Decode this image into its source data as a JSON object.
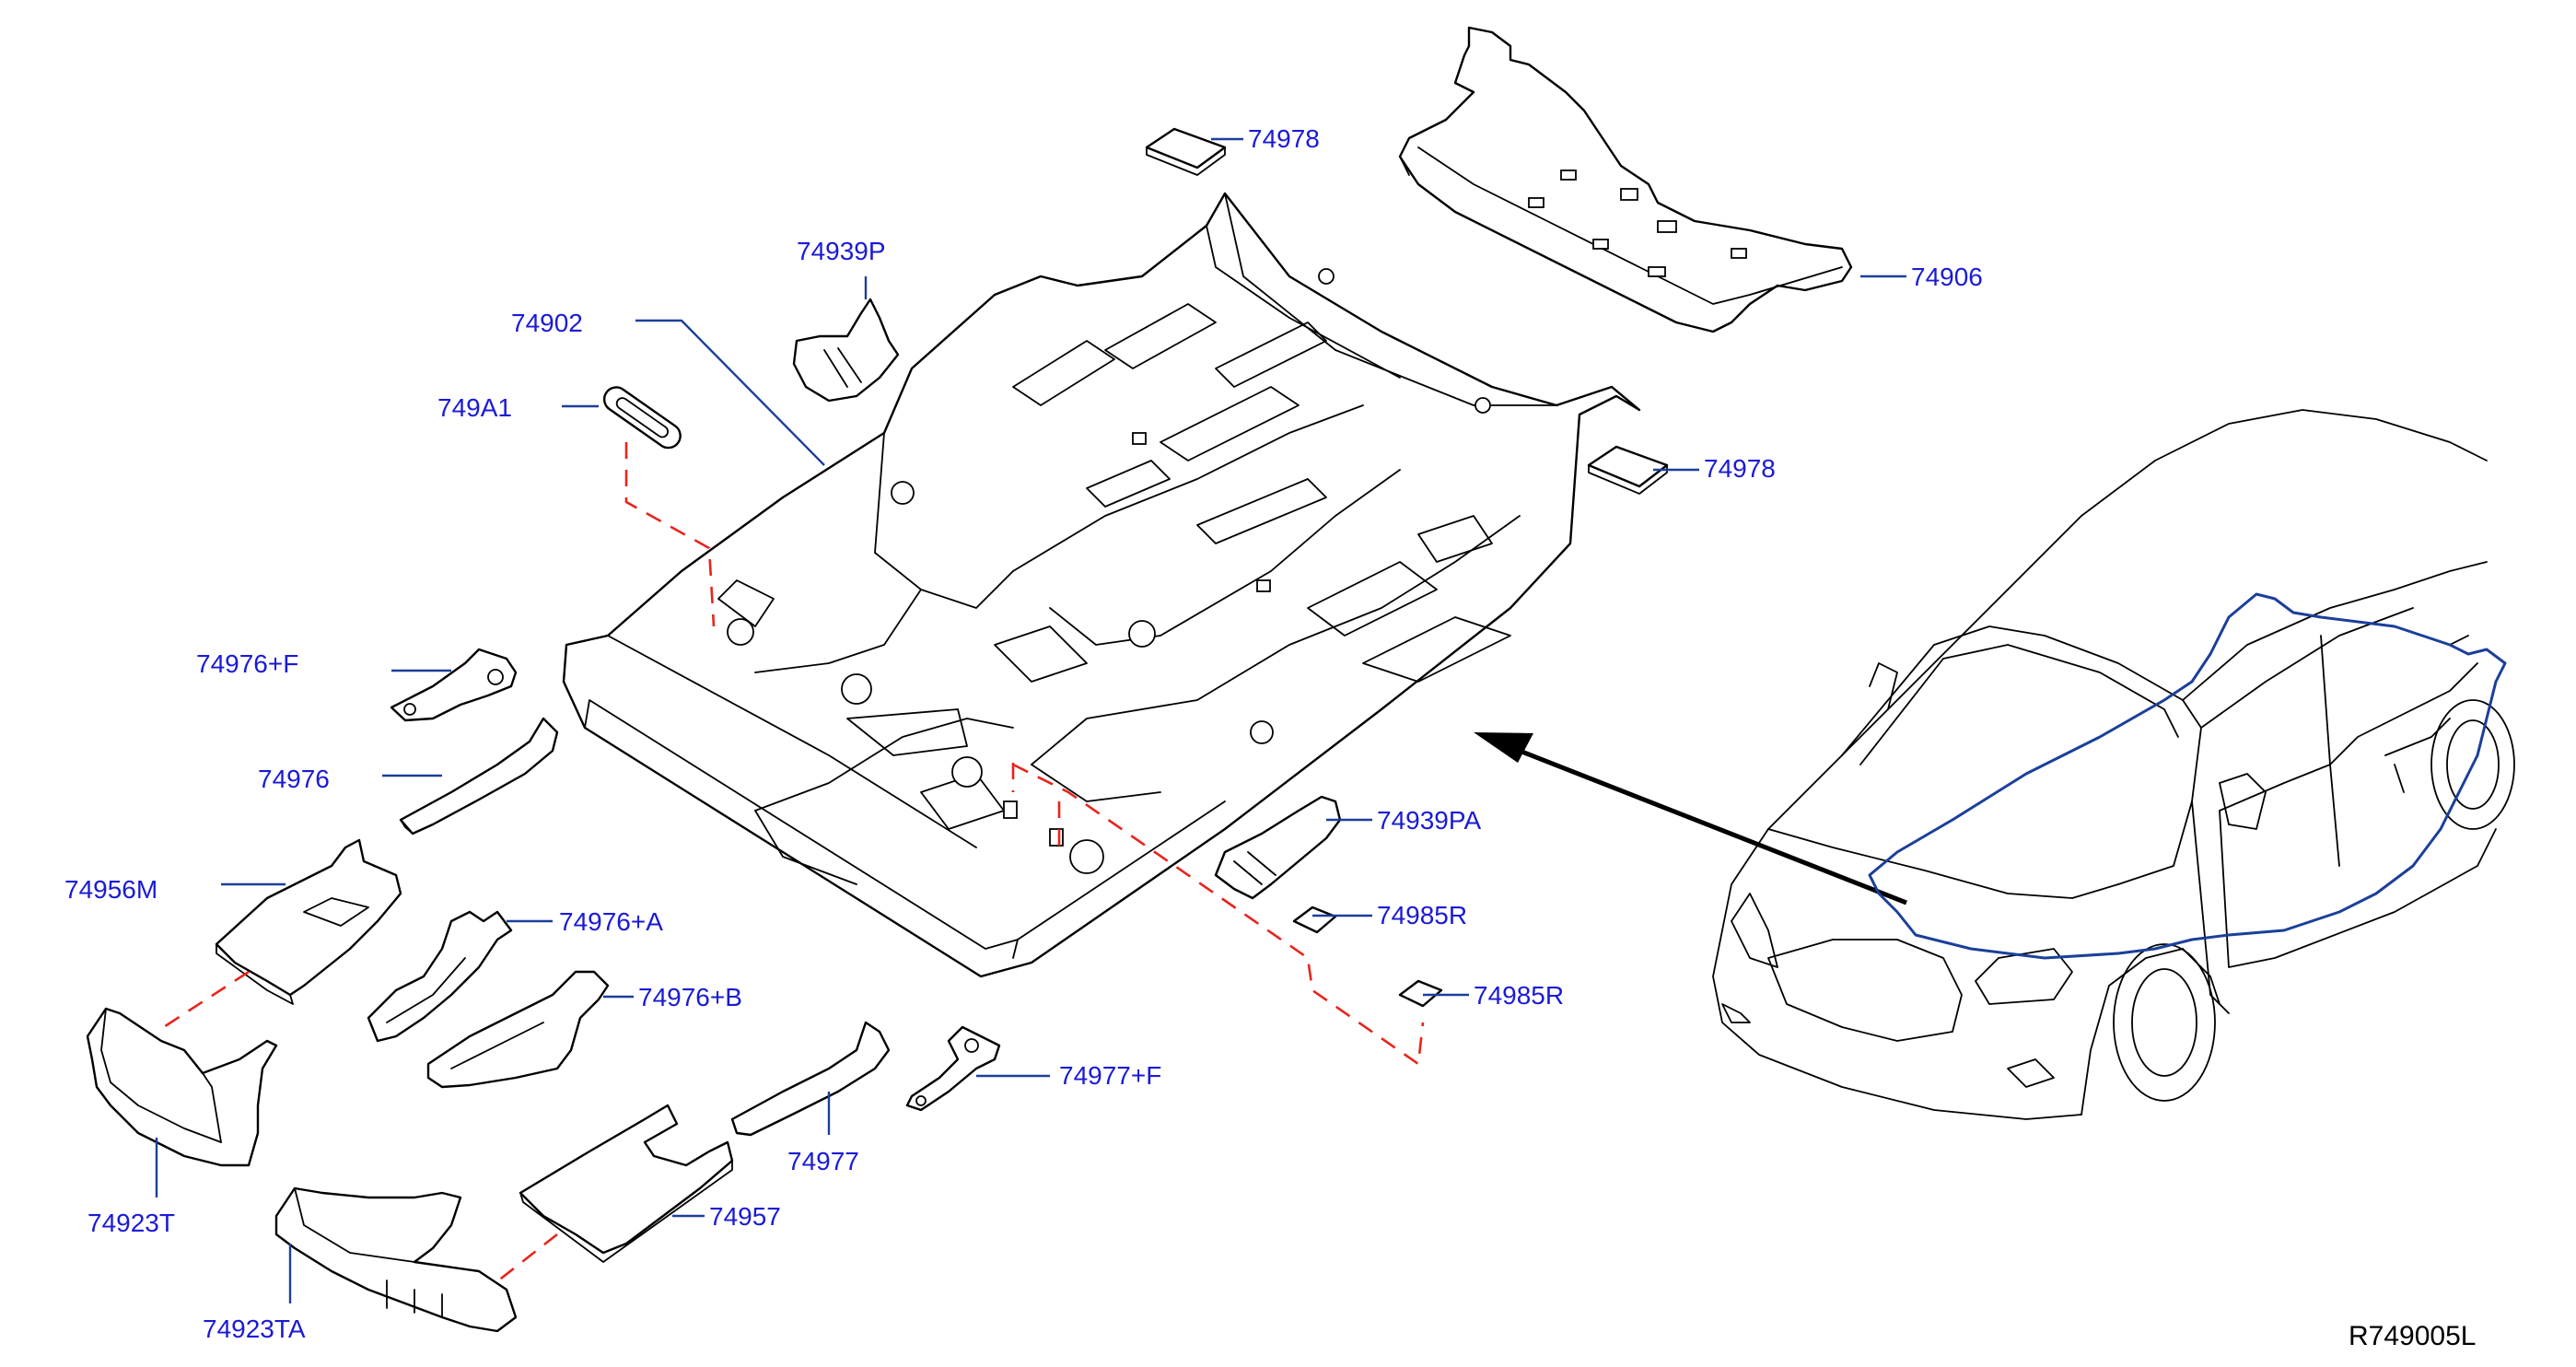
{
  "diagram_code": "R749005L",
  "colors": {
    "callout_text": "#1a1ad6",
    "leader_line": "#1b3f9a",
    "dashed_link": "#e8241c",
    "line_art": "#000000"
  },
  "callouts": [
    {
      "id": "74978-top",
      "label": "74978"
    },
    {
      "id": "74939P",
      "label": "74939P"
    },
    {
      "id": "74906",
      "label": "74906"
    },
    {
      "id": "74902",
      "label": "74902"
    },
    {
      "id": "749A1",
      "label": "749A1"
    },
    {
      "id": "74978-right",
      "label": "74978"
    },
    {
      "id": "74976F",
      "label": "74976+F"
    },
    {
      "id": "74976",
      "label": "74976"
    },
    {
      "id": "74939PA",
      "label": "74939PA"
    },
    {
      "id": "74956M",
      "label": "74956M"
    },
    {
      "id": "74976A",
      "label": "74976+A"
    },
    {
      "id": "74985R-1",
      "label": "74985R"
    },
    {
      "id": "74976B",
      "label": "74976+B"
    },
    {
      "id": "74985R-2",
      "label": "74985R"
    },
    {
      "id": "74977F",
      "label": "74977+F"
    },
    {
      "id": "74977",
      "label": "74977"
    },
    {
      "id": "74923T",
      "label": "74923T"
    },
    {
      "id": "74957",
      "label": "74957"
    },
    {
      "id": "74923TA",
      "label": "74923TA"
    }
  ]
}
